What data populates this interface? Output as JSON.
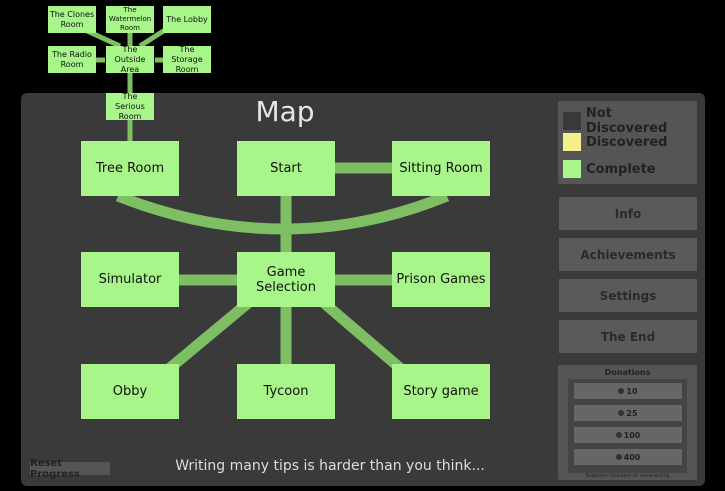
{
  "map_title": "Map",
  "rooms": {
    "tree_room": "Tree Room",
    "start": "Start",
    "sitting_room": "Sitting Room",
    "simulator": "Simulator",
    "game_selection": "Game Selection",
    "prison_games": "Prison Games",
    "obby": "Obby",
    "tycoon": "Tycoon",
    "story_game": "Story game",
    "serious_room": "The Serious Room",
    "outside_area": "The Outside Area",
    "clones_room": "The Clones Room",
    "watermelon_room": "The Watermelon Room",
    "lobby": "The Lobby",
    "radio_room": "The Radio Room",
    "storage_room": "The Storage Room"
  },
  "legend": [
    {
      "label": "Not Discovered",
      "color": "#3a3a3a"
    },
    {
      "label": "Discovered",
      "color": "#f5f08a"
    },
    {
      "label": "Complete",
      "color": "#a8f58a"
    }
  ],
  "menu": {
    "info": "Info",
    "achievements": "Achievements",
    "settings": "Settings",
    "the_end": "The End"
  },
  "donations": {
    "title": "Donations",
    "options": [
      "10",
      "25",
      "100",
      "400"
    ],
    "note": "Supports inclusion of voice acting"
  },
  "reset_label": "Reset Progress",
  "tip": "Writing many tips is harder than you think...",
  "colors": {
    "complete": "#a8f58a",
    "connector": "#7fbf64",
    "panel": "#3a3a3a"
  }
}
